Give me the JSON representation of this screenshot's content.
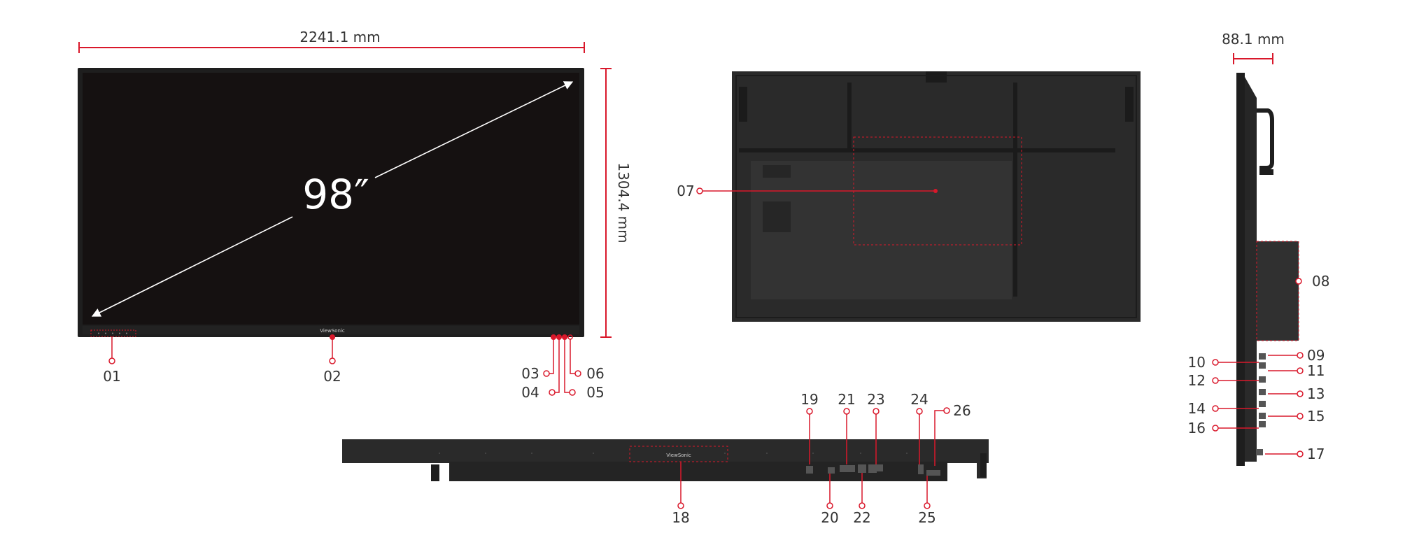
{
  "dimensions": {
    "width": "2241.1 mm",
    "height": "1304.4 mm",
    "depth": "88.1 mm",
    "diagonal": "98″"
  },
  "brand": "ViewSonic",
  "callouts": {
    "c01": "01",
    "c02": "02",
    "c03": "03",
    "c04": "04",
    "c05": "05",
    "c06": "06",
    "c07": "07",
    "c08": "08",
    "c09": "09",
    "c10": "10",
    "c11": "11",
    "c12": "12",
    "c13": "13",
    "c14": "14",
    "c15": "15",
    "c16": "16",
    "c17": "17",
    "c18": "18",
    "c19": "19",
    "c20": "20",
    "c21": "21",
    "c22": "22",
    "c23": "23",
    "c24": "24",
    "c25": "25",
    "c26": "26"
  },
  "colors": {
    "accent": "#d9182b",
    "panel": "#2a2a2a",
    "screen": "#151111",
    "bezel": "#262626"
  }
}
